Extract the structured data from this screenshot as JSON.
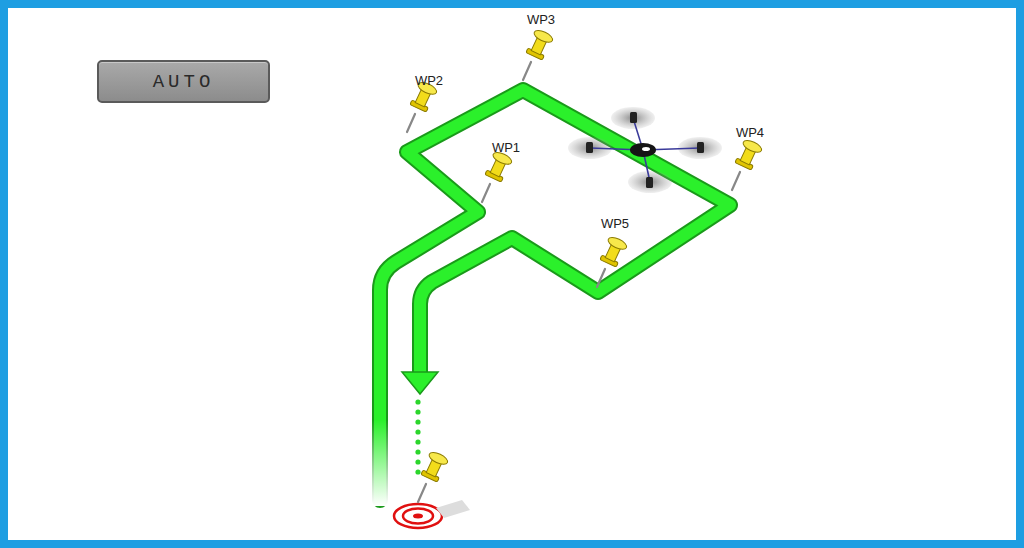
{
  "diagram": {
    "nodes": [
      {
        "text": [
          "AUTO"
        ]
      }
    ],
    "labels": [
      "WP3",
      "WP2",
      "WP4",
      "WP1",
      "WP5"
    ]
  }
}
